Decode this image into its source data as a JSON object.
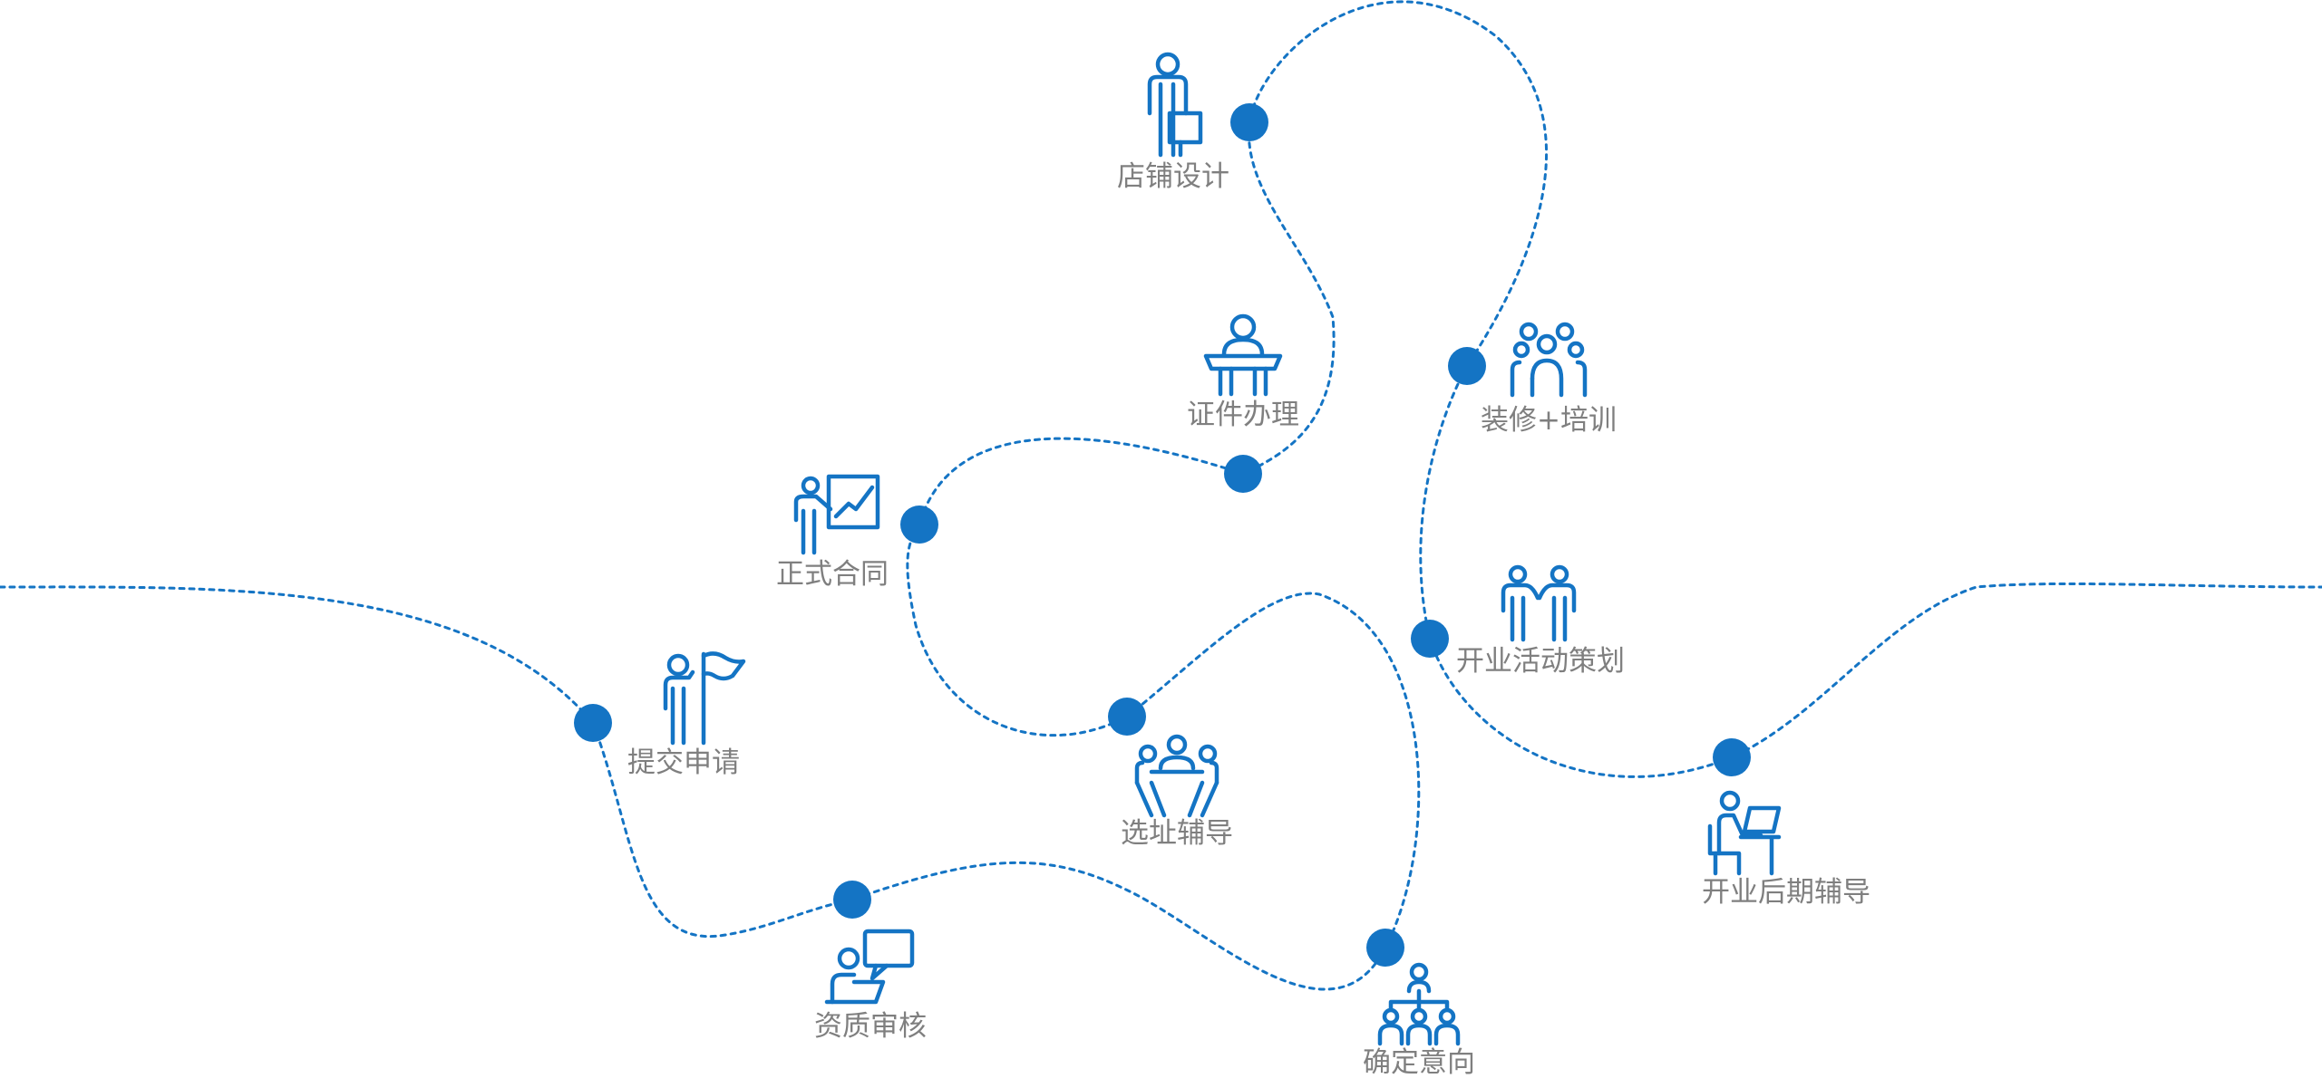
{
  "colors": {
    "accent": "#1474c4",
    "label": "#7f7f7f",
    "background": "#ffffff"
  },
  "steps": [
    {
      "label": "提交申请",
      "icon": "person-with-flag-icon"
    },
    {
      "label": "资质审核",
      "icon": "person-at-laptop-speech-bubble-icon"
    },
    {
      "label": "选址辅导",
      "icon": "meeting-table-group-icon"
    },
    {
      "label": "正式合同",
      "icon": "presenter-at-chart-board-icon"
    },
    {
      "label": "证件办理",
      "icon": "person-behind-counter-icon"
    },
    {
      "label": "店铺设计",
      "icon": "person-with-board-icon"
    },
    {
      "label": "装修+培训",
      "icon": "team-group-icon"
    },
    {
      "label": "开业活动策划",
      "icon": "two-people-handshake-icon"
    },
    {
      "label": "确定意向",
      "icon": "org-hierarchy-icon"
    },
    {
      "label": "开业后期辅导",
      "icon": "person-at-desk-computer-icon"
    }
  ]
}
